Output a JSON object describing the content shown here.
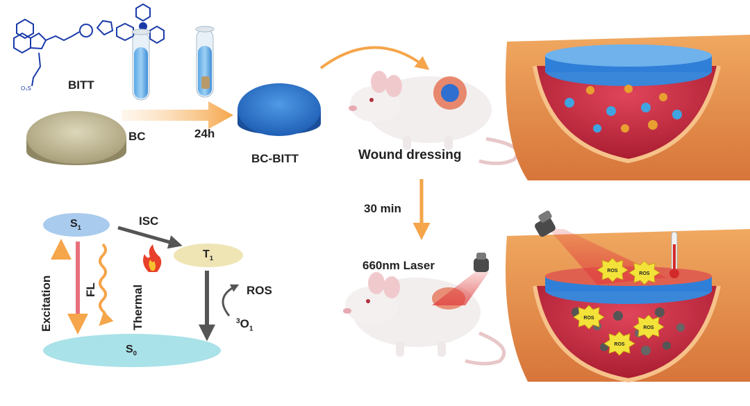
{
  "colors": {
    "arrow_orange": "#f5a54a",
    "dressing_blue": "#2f7fd8",
    "bc_beige": "#c9c2a0",
    "wound_red": "#c8253a",
    "skin_orange": "#e9964e",
    "s1_blue": "#a9cbee",
    "t1_yellow": "#efe4b4",
    "s0_teal": "#a9e2e8",
    "excitation_purple": "#8f5fb8",
    "fl_pink": "#e8707e"
  },
  "icons": [
    "bitt-molecule-icon",
    "test-tube-icon",
    "mouse-icon",
    "laser-icon",
    "flame-icon",
    "thermometer-icon",
    "ros-burst-icon"
  ],
  "top_panel": {
    "molecule_label": "BITT",
    "bc_label": "BC",
    "time_label": "24h",
    "product_label": "BC-BITT",
    "wound_label": "Wound dressing"
  },
  "middle": {
    "time_label": "30 min",
    "laser_label": "660nm Laser",
    "ros_badge": "ROS"
  },
  "jablonski": {
    "s1": "S",
    "s1_sub": "1",
    "t1": "T",
    "t1_sub": "1",
    "s0": "S",
    "s0_sub": "0",
    "isc": "ISC",
    "excitation": "Excitation",
    "fl": "FL",
    "thermal": "Thermal",
    "ros": "ROS",
    "oxygen_sup": "3",
    "oxygen": "O",
    "oxygen_sub": "1"
  }
}
